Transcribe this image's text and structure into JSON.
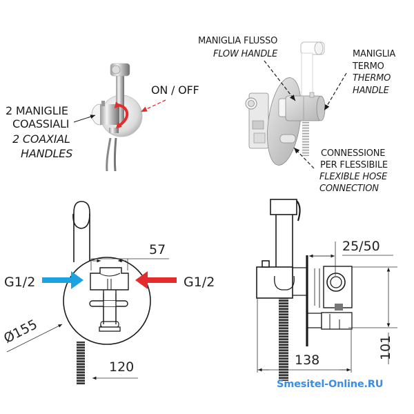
{
  "top_left": {
    "label_it_line1": "2 MANIGLIE",
    "label_it_line2": "COASSIALI",
    "label_en_line1": "2 COAXIAL",
    "label_en_line2": "HANDLES",
    "on_off": "ON / OFF"
  },
  "top_right": {
    "flow_it": "MANIGLIA FLUSSO",
    "flow_en": "FLOW HANDLE",
    "thermo_it_line1": "MANIGLIA",
    "thermo_it_line2": "TERMO",
    "thermo_en_line1": "THERMO",
    "thermo_en_line2": "HANDLE",
    "hose_it_line1": "CONNESSIONE",
    "hose_it_line2": "PER FLESSIBILE",
    "hose_en_line1": "FLEXIBLE HOSE",
    "hose_en_line2": "CONNECTION"
  },
  "front_view": {
    "dim_width": "57",
    "inlet_cold": "G1/2",
    "inlet_hot": "G1/2",
    "diameter": "Ø155",
    "dim_depth": "120"
  },
  "side_view": {
    "dim_adjust": "25/50",
    "dim_height": "101",
    "dim_length": "138"
  },
  "watermark": "Smesitel-Online.RU",
  "colors": {
    "cold_arrow": "#1aa3e0",
    "hot_arrow": "#e52b2b",
    "watermark": "#3b8de6",
    "line": "#1a1a1a"
  }
}
